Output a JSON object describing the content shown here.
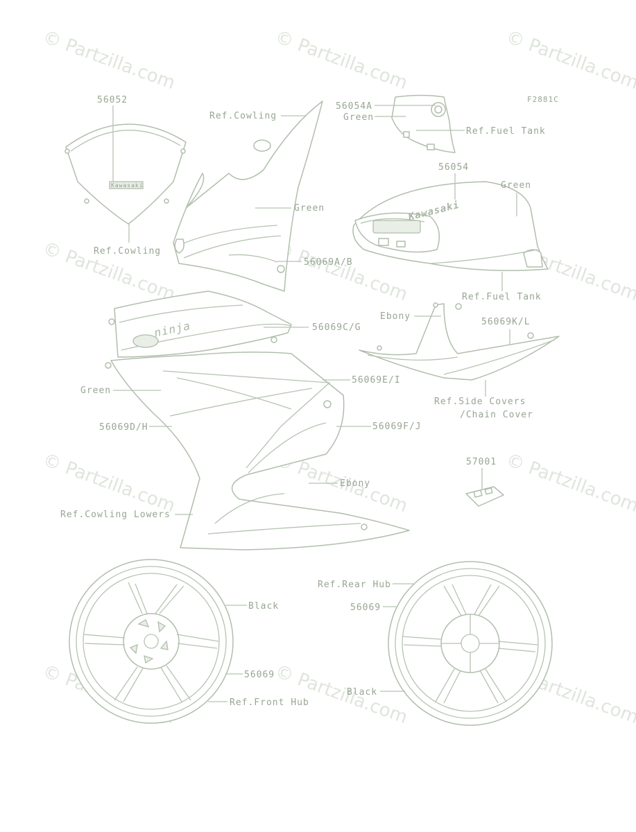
{
  "diagram": {
    "code": "F2881C",
    "watermark": "© Partzilla.com",
    "labels": [
      {
        "id": "56052",
        "text": "56052"
      },
      {
        "id": "ref-cowling-top",
        "text": "Ref.Cowling"
      },
      {
        "id": "ref-cowling-windshield",
        "text": "Ref.Cowling"
      },
      {
        "id": "green-cowl",
        "text": "Green"
      },
      {
        "id": "56069ab",
        "text": "56069A/B"
      },
      {
        "id": "56054a",
        "text": "56054A"
      },
      {
        "id": "green-fuelcap",
        "text": "Green"
      },
      {
        "id": "ref-fuel-tank-top",
        "text": "Ref.Fuel Tank"
      },
      {
        "id": "56054",
        "text": "56054"
      },
      {
        "id": "green-tank",
        "text": "Green"
      },
      {
        "id": "ref-fuel-tank",
        "text": "Ref.Fuel Tank"
      },
      {
        "id": "56069cg",
        "text": "56069C/G"
      },
      {
        "id": "ebony-tail",
        "text": "Ebony"
      },
      {
        "id": "56069kl",
        "text": "56069K/L"
      },
      {
        "id": "ref-side-covers",
        "text": "Ref.Side Covers"
      },
      {
        "id": "chain-cover",
        "text": "/Chain Cover"
      },
      {
        "id": "56069ei",
        "text": "56069E/I"
      },
      {
        "id": "green-lower",
        "text": "Green"
      },
      {
        "id": "56069dh",
        "text": "56069D/H"
      },
      {
        "id": "56069fj",
        "text": "56069F/J"
      },
      {
        "id": "57001",
        "text": "57001"
      },
      {
        "id": "ebony-lower",
        "text": "Ebony"
      },
      {
        "id": "ref-cowling-lowers",
        "text": "Ref.Cowling Lowers"
      },
      {
        "id": "ref-rear-hub",
        "text": "Ref.Rear Hub"
      },
      {
        "id": "black-front",
        "text": "Black"
      },
      {
        "id": "56069-rear",
        "text": "56069"
      },
      {
        "id": "56069-front",
        "text": "56069"
      },
      {
        "id": "black-rear",
        "text": "Black"
      },
      {
        "id": "ref-front-hub",
        "text": "Ref.Front Hub"
      }
    ],
    "decal_text": {
      "windshield": "Kawasaki",
      "tank": "Kawasaki",
      "side": "ninja"
    }
  }
}
